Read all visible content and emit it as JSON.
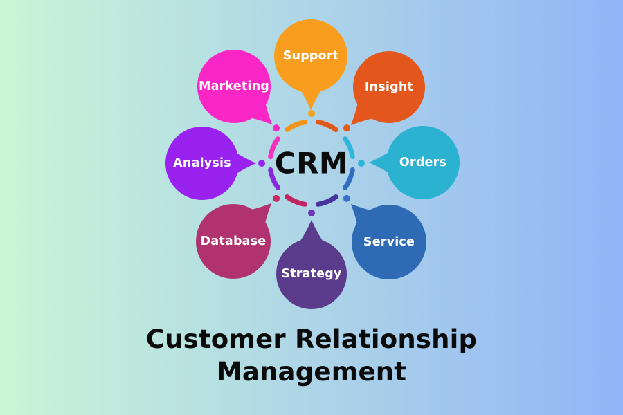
{
  "background": {
    "gradient_left": "#c9f6d6",
    "gradient_right": "#92b4f8"
  },
  "center": {
    "label": "CRM"
  },
  "bubbles": [
    {
      "label": "Support",
      "color": "#f89d1d"
    },
    {
      "label": "Insight",
      "color": "#e4571c"
    },
    {
      "label": "Orders",
      "color": "#2bb2d0"
    },
    {
      "label": "Service",
      "color": "#2f6bb5"
    },
    {
      "label": "Strategy",
      "color": "#5b3b8c"
    },
    {
      "label": "Database",
      "color": "#b0336f"
    },
    {
      "label": "Analysis",
      "color": "#9a22ee"
    },
    {
      "label": "Marketing",
      "color": "#fa27c6"
    }
  ],
  "ring": {
    "dot_colors": [
      "#f5a11c",
      "#e55a17",
      "#2ab4d6",
      "#3a70cf",
      "#7433bd",
      "#c9295f",
      "#9a22ee",
      "#fa27c6"
    ],
    "arc_colors": [
      "#f49417",
      "#e2581a",
      "#2fb7dc",
      "#2f6ec2",
      "#46349c",
      "#c22562",
      "#8a28dd",
      "#fb2fbe"
    ]
  },
  "title": {
    "line1": "Customer Relationship",
    "line2": "Management"
  }
}
